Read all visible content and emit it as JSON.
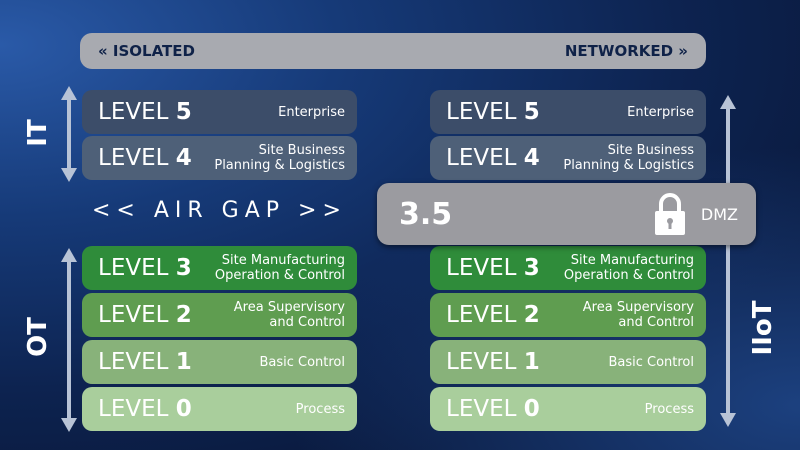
{
  "spectrum": {
    "left": "« ISOLATED",
    "right": "NETWORKED »"
  },
  "side_labels": {
    "it": "IT",
    "ot": "OT",
    "iiot": "IIoT"
  },
  "air_gap": "<< AIR GAP >>",
  "dmz": {
    "level": "3.5",
    "label": "DMZ",
    "icon": "lock-icon"
  },
  "levels": [
    {
      "prefix": "LEVEL",
      "num": "5",
      "desc1": "Enterprise",
      "desc2": ""
    },
    {
      "prefix": "LEVEL",
      "num": "4",
      "desc1": "Site Business",
      "desc2": "Planning & Logistics"
    },
    {
      "prefix": "LEVEL",
      "num": "3",
      "desc1": "Site Manufacturing",
      "desc2": "Operation & Control"
    },
    {
      "prefix": "LEVEL",
      "num": "2",
      "desc1": "Area Supervisory",
      "desc2": "and Control"
    },
    {
      "prefix": "LEVEL",
      "num": "1",
      "desc1": "Basic Control",
      "desc2": ""
    },
    {
      "prefix": "LEVEL",
      "num": "0",
      "desc1": "Process",
      "desc2": ""
    }
  ],
  "colors": {
    "level5": "#3c4d69",
    "level4": "#4e6078",
    "level3": "#2f8c3a",
    "level2": "#5f9d50",
    "level1": "#88b27a",
    "level0": "#a9ce9c",
    "dmz": "#9b9ba0",
    "bar": "#a8aab0"
  }
}
